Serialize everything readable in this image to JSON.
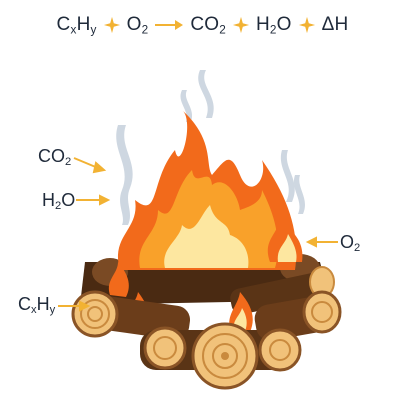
{
  "equation": {
    "reactant_fuel": {
      "base": "C",
      "sub1": "x",
      "mid": "H",
      "sub2": "y"
    },
    "reactant_oxygen": {
      "base": "O",
      "sub": "2"
    },
    "product_co2": {
      "base": "CO",
      "sub": "2"
    },
    "product_water": {
      "base": "H",
      "sub": "2",
      "tail": "O"
    },
    "product_heat": "ΔH",
    "plus_icon": "sparkle-plus-icon",
    "arrow_icon": "right-arrow-icon"
  },
  "labels": {
    "co2": {
      "base": "CO",
      "sub": "2"
    },
    "h2o": {
      "base": "H",
      "sub": "2",
      "tail": "O"
    },
    "o2": {
      "base": "O",
      "sub": "2"
    },
    "fuel": {
      "base": "C",
      "sub1": "x",
      "mid": "H",
      "sub2": "y"
    }
  },
  "colors": {
    "text": "#1f2a3a",
    "accent_arrow": "#f2b233",
    "flame_outer": "#f26a1b",
    "flame_mid": "#f9a12a",
    "flame_inner": "#fde7a0",
    "smoke": "#c9d3de",
    "log_dark": "#4a2a12",
    "log_bark": "#7a4a24",
    "log_cut": "#f1c27a",
    "log_ring": "#c98a3e"
  }
}
